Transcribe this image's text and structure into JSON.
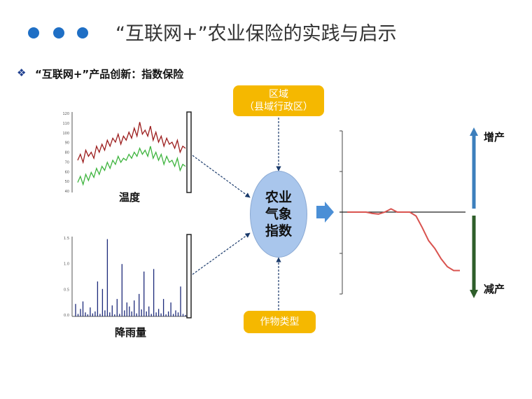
{
  "header": {
    "title": "“互联网+”农业保险的实践与启示",
    "bullet_icon": "diamond-bullet-icon",
    "section_title": "“互联网+”产品创新：指数保险"
  },
  "diagram": {
    "region_line1": "区域",
    "region_line2": "（县域行政区）",
    "crop_type": "作物类型",
    "index_lines": [
      "农业",
      "气象",
      "指数"
    ],
    "temperature_label": "温度",
    "rainfall_label": "降雨量",
    "increase_label": "增产",
    "decrease_label": "减产",
    "colors": {
      "accent_blue": "#1f6fc5",
      "box_yellow": "#f5b800",
      "ellipse": "#a9c6ec",
      "increase_arrow": "#3d7fbd",
      "decrease_arrow": "#2e5e2a",
      "yield_curve": "#d9534f"
    }
  },
  "chart_data": [
    {
      "type": "line",
      "series": [
        {
          "values": [
            72,
            78,
            70,
            82,
            76,
            80,
            74,
            86,
            80,
            88,
            82,
            92,
            86,
            94,
            90,
            98,
            88,
            96,
            92,
            100,
            94,
            104,
            96,
            110,
            98,
            102,
            96,
            106,
            92,
            100,
            90,
            96,
            86,
            94,
            88,
            90,
            84,
            92,
            80,
            86,
            84
          ]
        },
        {
          "values": [
            50,
            56,
            48,
            58,
            52,
            60,
            55,
            64,
            58,
            66,
            62,
            70,
            64,
            72,
            68,
            76,
            70,
            74,
            72,
            78,
            74,
            80,
            76,
            84,
            78,
            82,
            76,
            86,
            74,
            80,
            72,
            78,
            68,
            76,
            70,
            72,
            66,
            74,
            62,
            68,
            66
          ]
        }
      ],
      "ylim": [
        40,
        120
      ],
      "yticks": [
        "120",
        "110",
        "100",
        "90",
        "80",
        "70",
        "60",
        "50",
        "40"
      ]
    },
    {
      "type": "bar",
      "values": [
        0.25,
        0.05,
        0.15,
        0.3,
        0.08,
        0.04,
        0.18,
        0.06,
        0.1,
        0.7,
        0.05,
        0.55,
        0.12,
        1.55,
        0.08,
        0.22,
        0.04,
        0.35,
        0.05,
        1.05,
        0.12,
        0.28,
        0.2,
        0.1,
        0.32,
        0.06,
        0.45,
        0.14,
        0.9,
        0.1,
        0.2,
        0.05,
        0.95,
        0.08,
        0.15,
        0.06,
        0.35,
        0.04,
        0.1,
        0.28,
        0.05,
        0.12,
        0.08,
        0.6,
        0.05,
        0.03
      ],
      "ylim": [
        0,
        1.6
      ],
      "yticks": [
        "1.5",
        "1.0",
        "0.5",
        "0.0"
      ]
    },
    {
      "type": "line",
      "series": [
        {
          "values": [
            0,
            0,
            0,
            0,
            -0.1,
            -0.15,
            0,
            0.25,
            0,
            0,
            0,
            -0.3,
            -1.2,
            -2.2,
            -2.8,
            -3.6,
            -4.2,
            -4.5,
            -4.5
          ]
        }
      ],
      "ylim": [
        -5,
        5
      ]
    }
  ]
}
